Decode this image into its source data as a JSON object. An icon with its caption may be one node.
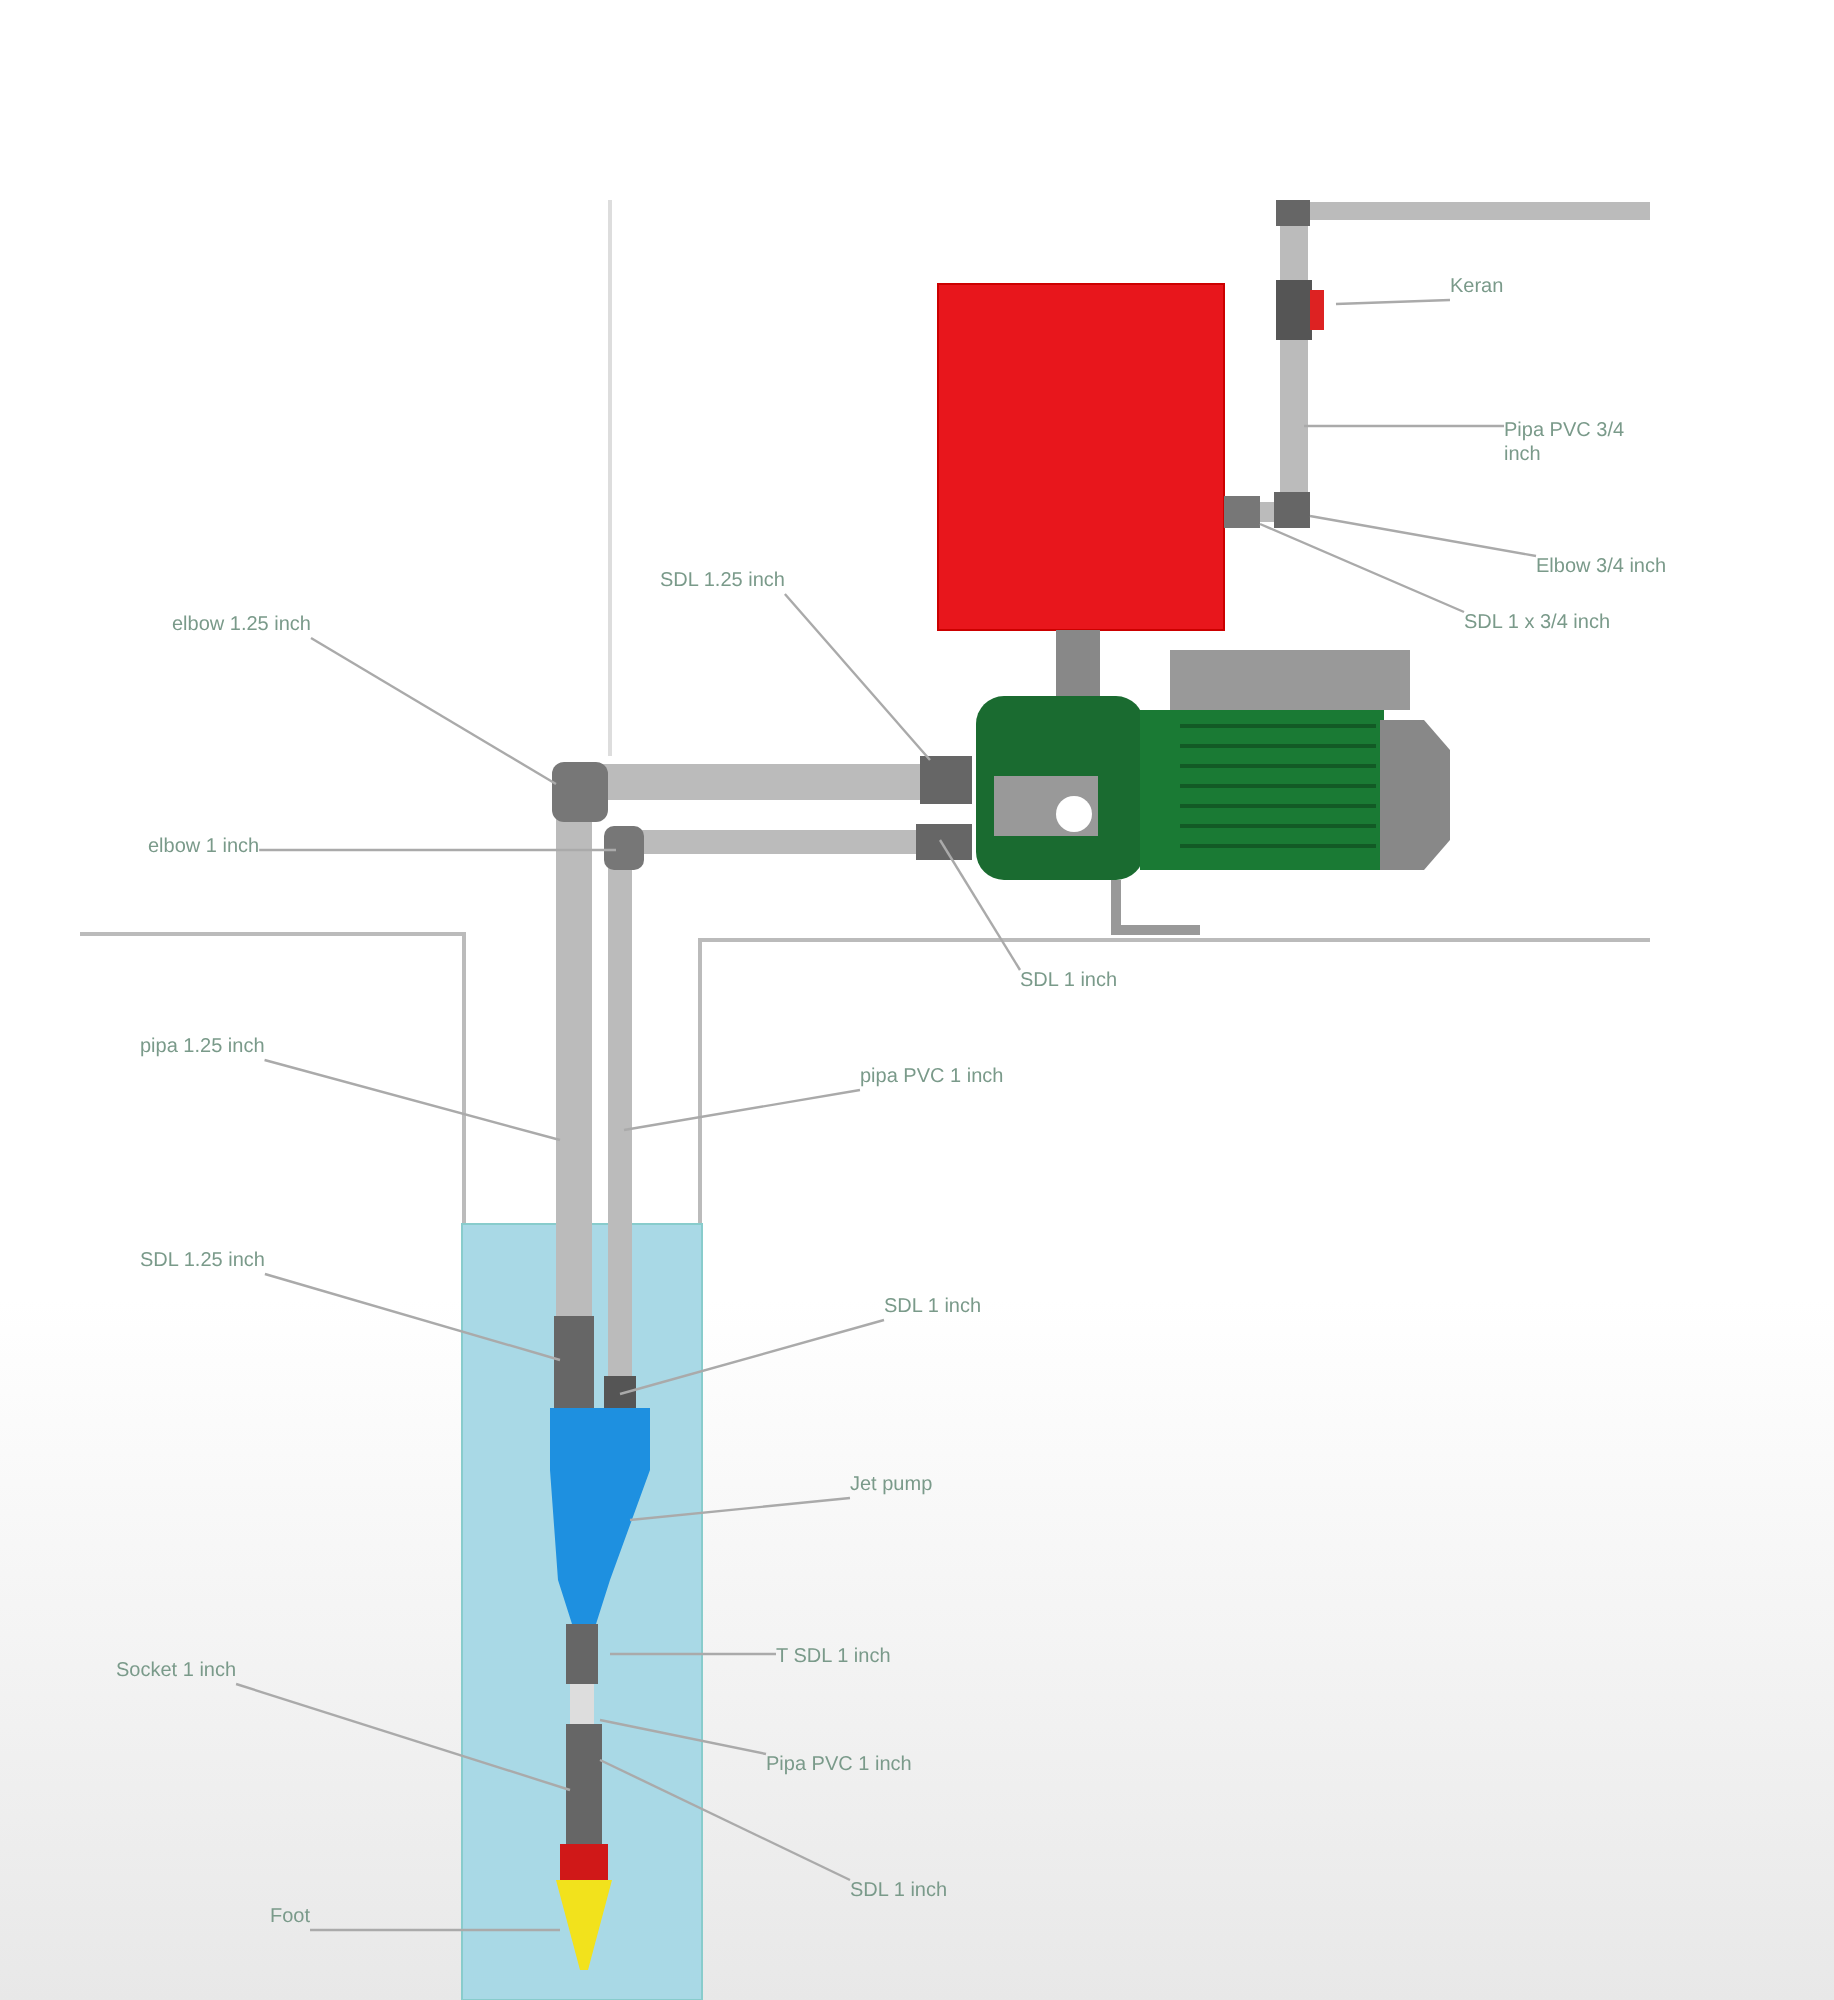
{
  "diagram": {
    "nodes": [
      {
        "text": [
          "Keran"
        ]
      },
      {
        "text": [
          "Pipa PVC 3/4 inch"
        ]
      },
      {
        "text": [
          "Elbow 3/4 inch"
        ]
      },
      {
        "text": [
          "SDL 1 x 3/4 inch"
        ]
      },
      {
        "text": [
          "SDL 1.25 inch"
        ]
      },
      {
        "text": [
          "elbow 1.25 inch"
        ]
      },
      {
        "text": [
          "elbow 1 inch"
        ]
      },
      {
        "text": [
          "SDL 1 inch"
        ]
      },
      {
        "text": [
          "pipa 1.25 inch"
        ]
      },
      {
        "text": [
          "pipa PVC 1 inch"
        ]
      },
      {
        "text": [
          "SDL 1.25 inch"
        ]
      },
      {
        "text": [
          "SDL 1 inch"
        ]
      },
      {
        "text": [
          "Jet pump"
        ]
      },
      {
        "text": [
          "T SDL 1 inch"
        ]
      },
      {
        "text": [
          "Pipa PVC 1 inch"
        ]
      },
      {
        "text": [
          "Socket 1 inch"
        ]
      },
      {
        "text": [
          "SDL 1 inch"
        ]
      },
      {
        "text": [
          "Foot"
        ]
      }
    ],
    "edges": [
      {
        "from": 0,
        "to": null,
        "arrow": "none"
      },
      {
        "from": 1,
        "to": null,
        "arrow": "none"
      },
      {
        "from": 2,
        "to": null,
        "arrow": "none"
      },
      {
        "from": 3,
        "to": null,
        "arrow": "none"
      },
      {
        "from": 4,
        "to": null,
        "arrow": "none"
      },
      {
        "from": 5,
        "to": null,
        "arrow": "none"
      },
      {
        "from": 6,
        "to": null,
        "arrow": "none"
      },
      {
        "from": 7,
        "to": null,
        "arrow": "none"
      },
      {
        "from": 8,
        "to": null,
        "arrow": "none"
      },
      {
        "from": 9,
        "to": null,
        "arrow": "none"
      },
      {
        "from": 10,
        "to": null,
        "arrow": "none"
      },
      {
        "from": 11,
        "to": null,
        "arrow": "none"
      },
      {
        "from": 12,
        "to": null,
        "arrow": "none"
      },
      {
        "from": 13,
        "to": null,
        "arrow": "none"
      },
      {
        "from": 14,
        "to": null,
        "arrow": "none"
      },
      {
        "from": 15,
        "to": null,
        "arrow": "none"
      },
      {
        "from": 16,
        "to": null,
        "arrow": "none"
      },
      {
        "from": 17,
        "to": null,
        "arrow": "none"
      }
    ]
  }
}
